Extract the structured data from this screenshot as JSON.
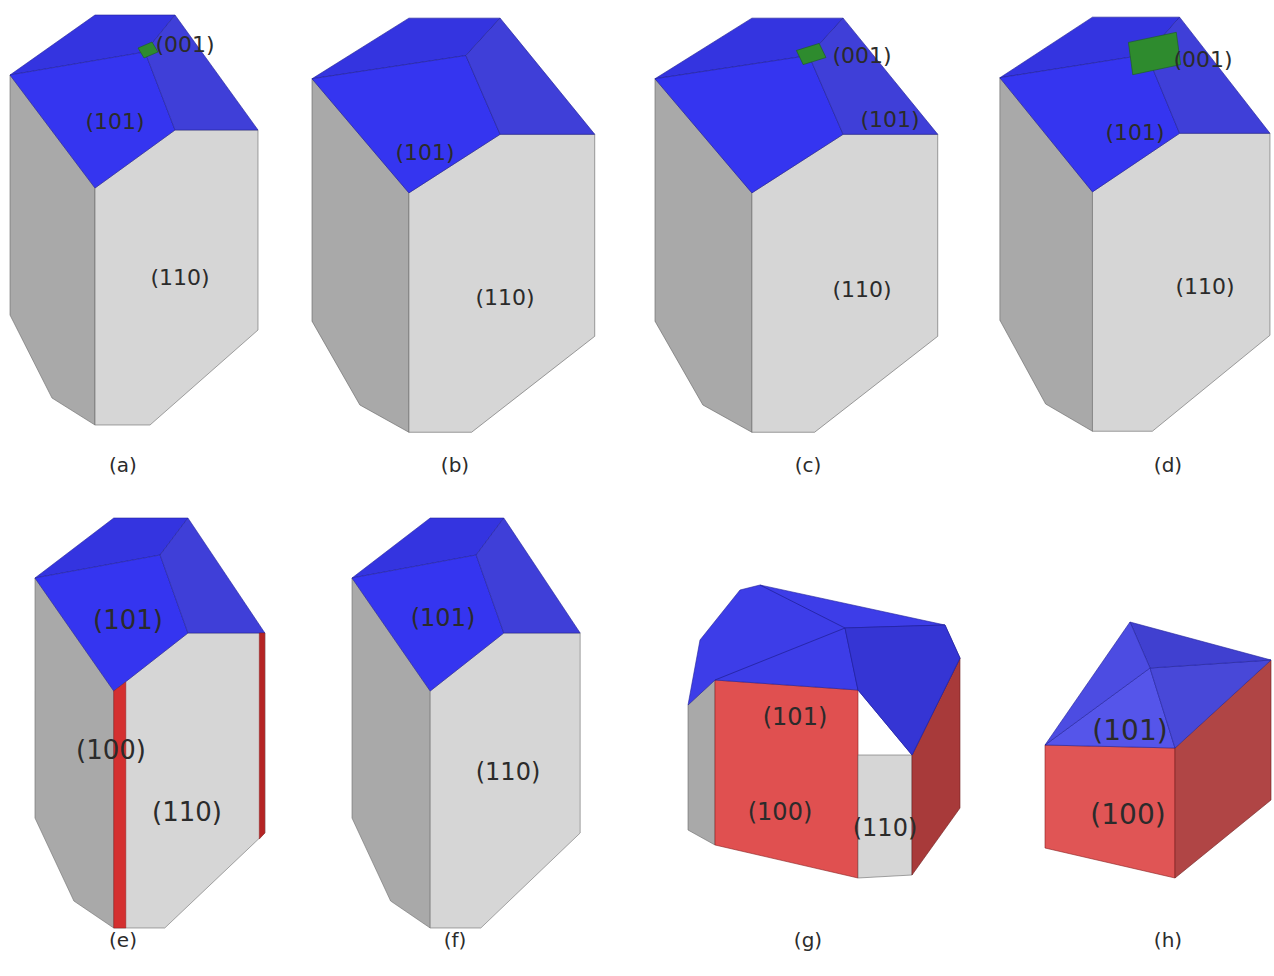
{
  "diagram": {
    "labels": [
      "(001)",
      "(101)",
      "(110)",
      "(a)",
      "(101)",
      "(110)",
      "(b)",
      "(001)",
      "(101)",
      "(110)",
      "(c)",
      "(001)",
      "(101)",
      "(110)",
      "(d)",
      "(101)",
      "(100)",
      "(110)",
      "(e)",
      "(101)",
      "(110)",
      "(f)",
      "(101)",
      "(100)",
      "(110)",
      "(g)",
      "(101)",
      "(100)",
      "(h)"
    ]
  }
}
